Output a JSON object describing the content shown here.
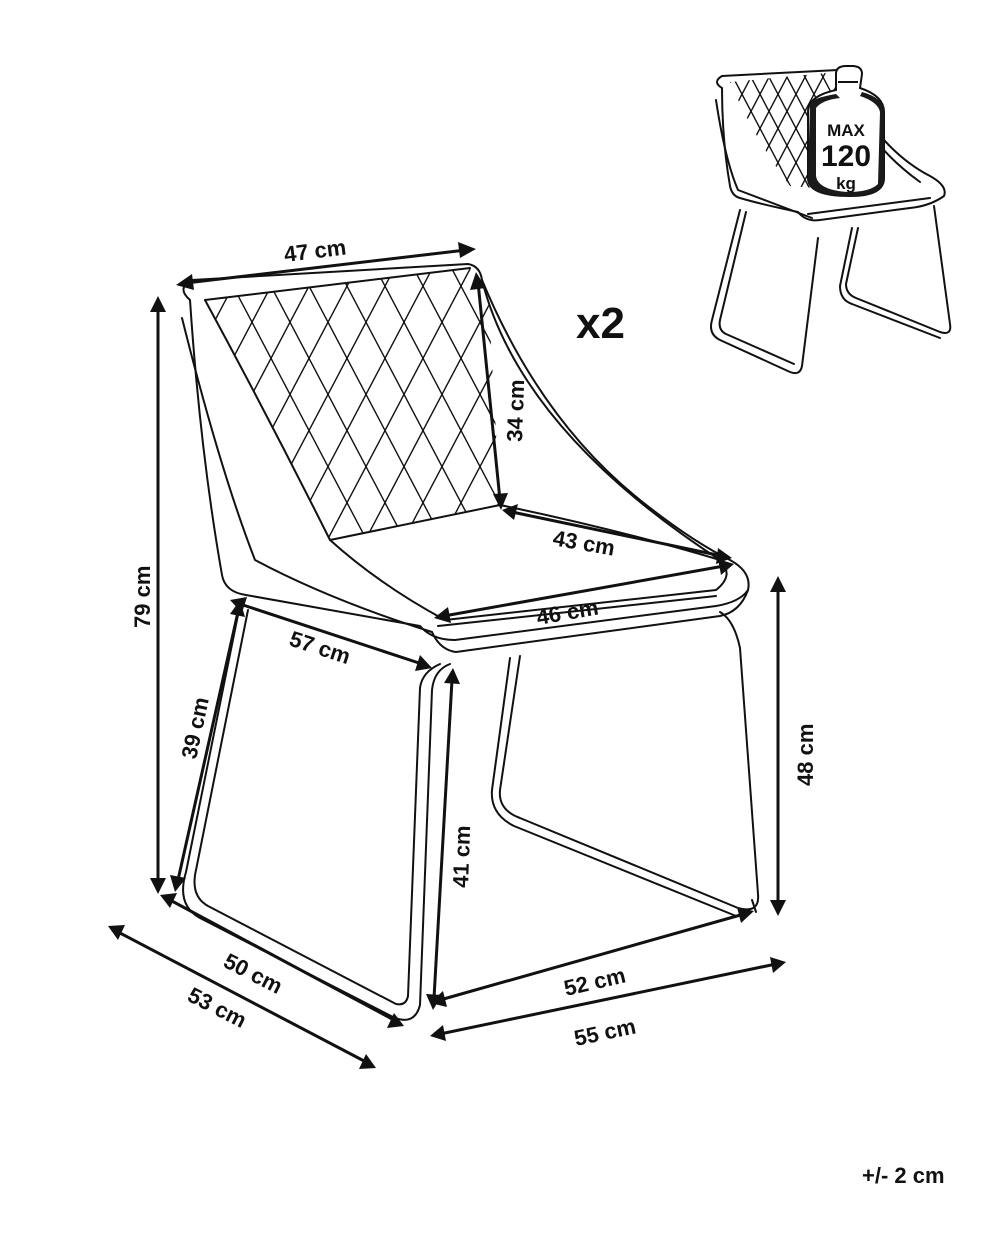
{
  "diagram": {
    "quantity": "x2",
    "tolerance": "+/- 2 cm",
    "max_load": {
      "line1": "MAX",
      "line2": "120",
      "line3": "kg"
    },
    "dimensions": {
      "back_width": "47 cm",
      "back_height": "34 cm",
      "seat_depth": "43 cm",
      "seat_width": "46 cm",
      "total_height": "79 cm",
      "armrest_depth": "57 cm",
      "leg_height_front": "39 cm",
      "leg_height_rear": "41 cm",
      "seat_height": "48 cm",
      "base_depth_inner": "50 cm",
      "base_depth_outer": "53 cm",
      "base_width_inner": "52 cm",
      "base_width_outer": "55 cm"
    }
  }
}
